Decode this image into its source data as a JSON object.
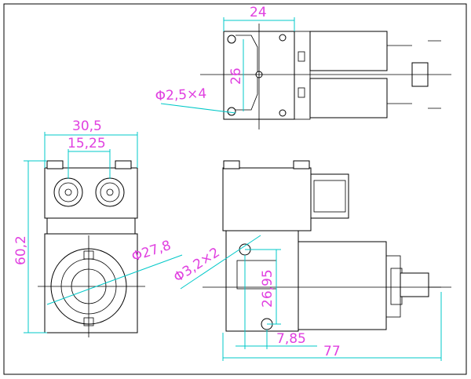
{
  "drawing": {
    "views": [
      "top-view",
      "front-view",
      "side-view"
    ]
  },
  "dimensions": {
    "top_width": "24",
    "top_height": "26",
    "hole_diameter": "Φ2,5×4",
    "front_width": "30,5",
    "front_port_spacing": "15,25",
    "front_height": "60,2",
    "motor_diameter": "Φ27,8",
    "side_hole_diameter": "Φ3,2×2",
    "side_hole_spacing": "26,95",
    "side_hole_offset": "7,85",
    "overall_length": "77"
  },
  "colors": {
    "outline": "#000000",
    "dimension_line": "#00c8c8",
    "dimension_text": "#e040e0"
  }
}
